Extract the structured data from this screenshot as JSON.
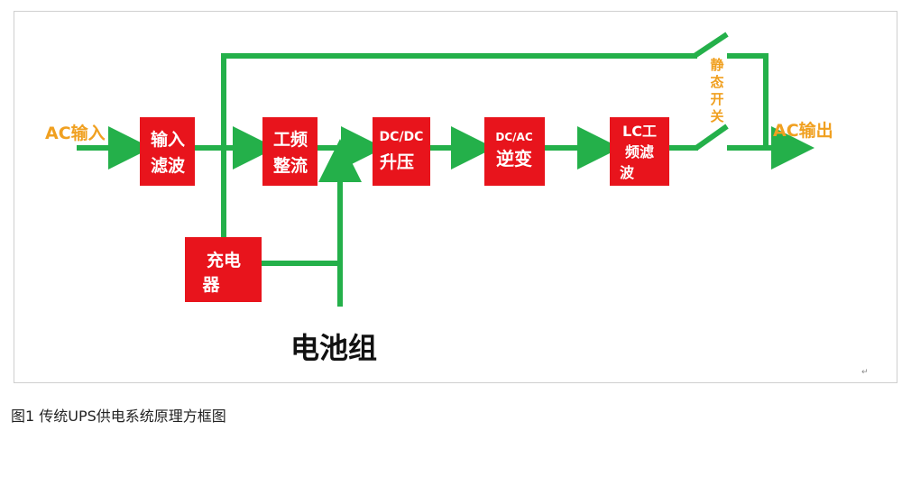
{
  "colors": {
    "box": "#e8141c",
    "line": "#24b04a",
    "orange_text": "#f0a020"
  },
  "labels": {
    "ac_in": "AC输入",
    "ac_out": "AC输出",
    "static_switch": [
      "静",
      "态",
      "开",
      "关"
    ],
    "battery": "电池组",
    "return_mark": "↵"
  },
  "boxes": {
    "input_filter": [
      "输入",
      "滤波"
    ],
    "rectifier": [
      "工频",
      "整流"
    ],
    "dcdc": [
      "DC/DC",
      "升压"
    ],
    "inverter": [
      "DC/AC",
      "逆变"
    ],
    "lc_filter": [
      "LC工",
      "频滤",
      "波"
    ],
    "charger": [
      "充电",
      "器"
    ]
  },
  "caption": "图1 传统UPS供电系统原理方框图"
}
